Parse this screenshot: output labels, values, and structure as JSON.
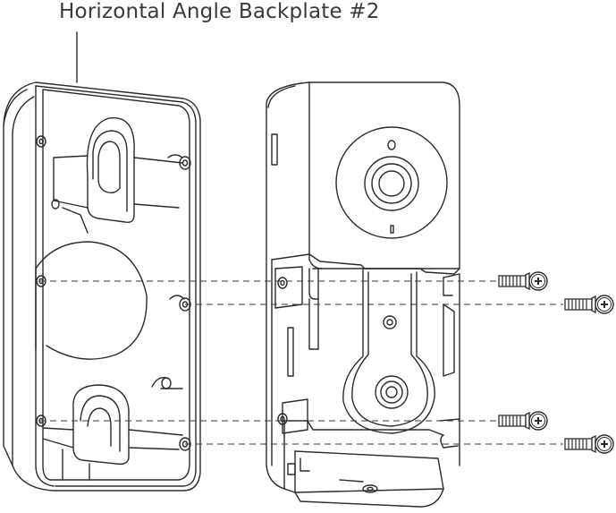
{
  "title": "Horizontal Angle Backplate #2",
  "colors": {
    "line": "#2b2b2b",
    "dash": "#3a3a3a",
    "background": "#ffffff"
  },
  "parts": [
    {
      "name": "backplate",
      "icon": "backplate-icon"
    },
    {
      "name": "doorbell-camera",
      "icon": "doorbell-icon"
    },
    {
      "name": "screws",
      "count": 4,
      "icon": "screw-icon"
    }
  ]
}
